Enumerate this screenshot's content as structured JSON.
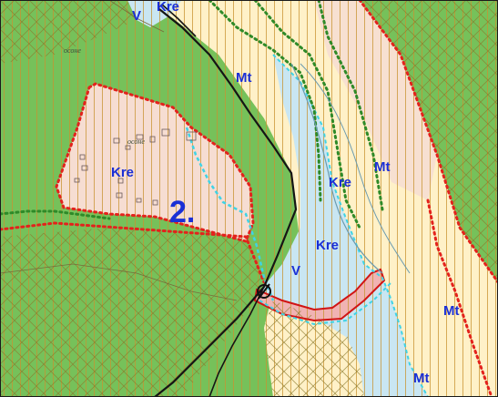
{
  "map": {
    "labels": {
      "v_top": "V",
      "kre_top": "Kre",
      "mt_top": "Mt",
      "kre_left": "Kre",
      "area_number": "2.",
      "mt_right": "Mt",
      "kre_mid": "Kre",
      "kre_low": "Kre",
      "v_low": "V",
      "mt_lower_right": "Mt",
      "mt_bottom": "Mt"
    },
    "place_names": {
      "northwest": "осоне",
      "settlement": "осоне"
    },
    "colors": {
      "forest": "#76c15a",
      "meadow": "#fff1c8",
      "settlement_zone": "#f6ddd2",
      "water": "#c9e6f2",
      "zone_boundary": "#e3221c",
      "water_boundary": "#3fd3e6",
      "green_boundary": "#2e8a28",
      "label_blue": "#1a2fd6"
    }
  }
}
